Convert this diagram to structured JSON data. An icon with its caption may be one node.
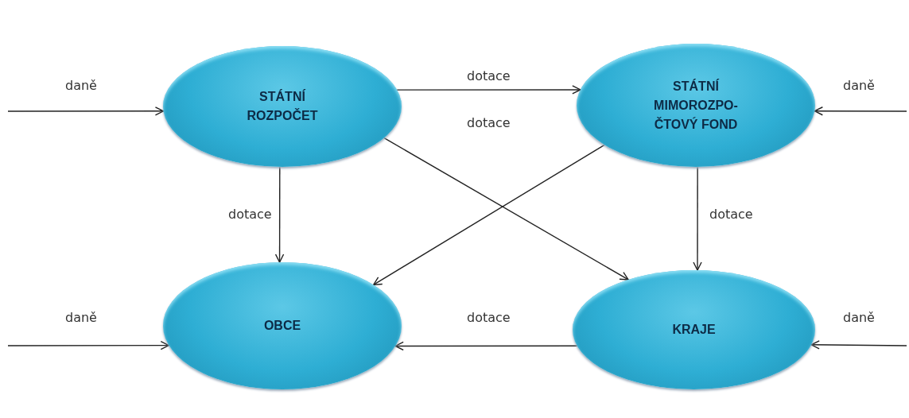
{
  "diagram": {
    "nodes": [
      {
        "text": [
          "STÁTNÍ ROZPOČET"
        ]
      },
      {
        "text": [
          "STÁTNÍ MIMOROZPO- ČTOVÝ FOND"
        ]
      },
      {
        "text": [
          "OBCE"
        ]
      },
      {
        "text": [
          "KRAJE"
        ]
      }
    ],
    "edges": [
      {
        "from": null,
        "to": 0,
        "arrow": "to",
        "label": "daně"
      },
      {
        "from": null,
        "to": 1,
        "arrow": "to",
        "label": "daně"
      },
      {
        "from": 0,
        "to": 1,
        "arrow": "to",
        "label": "dotace"
      },
      {
        "from": 0,
        "to": 2,
        "arrow": "to",
        "label": "dotace"
      },
      {
        "from": 1,
        "to": 2,
        "arrow": "to"
      },
      {
        "from": 0,
        "to": 3,
        "arrow": "to"
      },
      {
        "from": 1,
        "to": 3,
        "arrow": "to",
        "label": "dotace"
      },
      {
        "from": null,
        "to": 2,
        "arrow": "to",
        "label": "daně"
      },
      {
        "from": 3,
        "to": 2,
        "arrow": "to",
        "label": "dotace"
      },
      {
        "from": null,
        "to": 3,
        "arrow": "to",
        "label": "daně"
      }
    ],
    "labels": [
      "dotace"
    ]
  }
}
